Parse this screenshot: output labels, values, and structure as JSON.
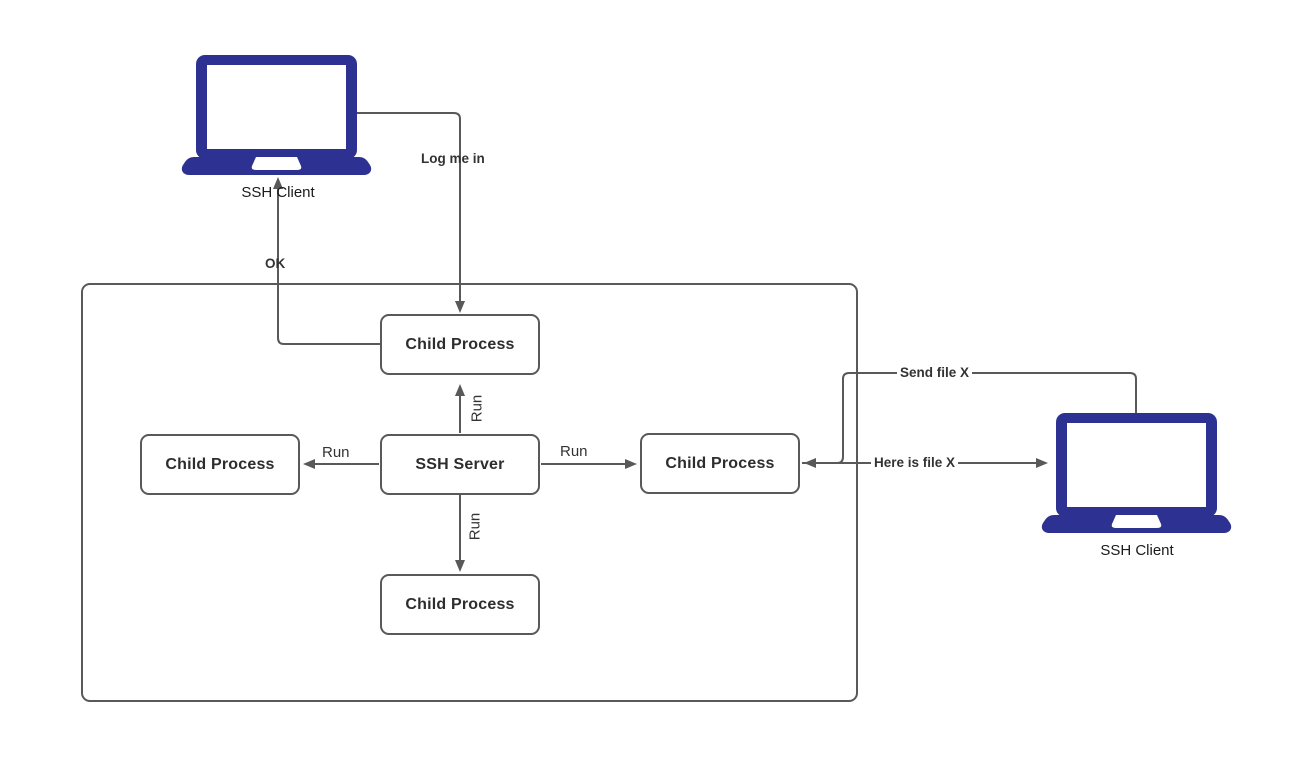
{
  "nodes": {
    "client_left": {
      "label": "SSH Client"
    },
    "client_right": {
      "label": "SSH Client"
    },
    "child_top": {
      "label": "Child Process"
    },
    "child_left": {
      "label": "Child Process"
    },
    "child_right": {
      "label": "Child Process"
    },
    "child_bottom": {
      "label": "Child Process"
    },
    "server": {
      "label": "SSH Server"
    }
  },
  "edges": {
    "log_me_in": {
      "label": "Log me in"
    },
    "ok": {
      "label": "OK"
    },
    "run_up": {
      "label": "Run"
    },
    "run_left": {
      "label": "Run"
    },
    "run_right": {
      "label": "Run"
    },
    "run_down": {
      "label": "Run"
    },
    "send_file": {
      "label": "Send file X"
    },
    "here_is_file": {
      "label": "Here is file X"
    }
  },
  "colors": {
    "laptop_fill": "#2d3191",
    "wire": "#595959",
    "node_border": "#595959",
    "text": "#333333"
  }
}
